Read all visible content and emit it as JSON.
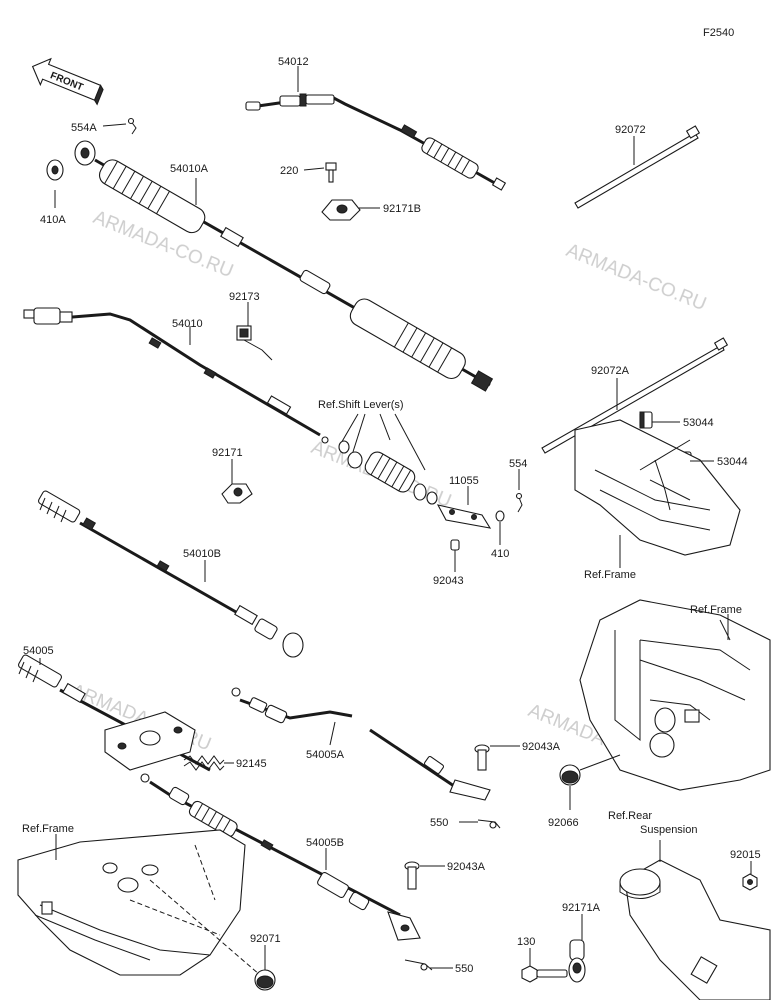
{
  "figure_code": "F2540",
  "front_label": "FRONT",
  "watermark": "ARMADA-CO.RU",
  "parts": {
    "p54012": "54012",
    "p554A": "554A",
    "p54010A": "54010A",
    "p220": "220",
    "p92072": "92072",
    "p410A": "410A",
    "p92171B": "92171B",
    "p92173": "92173",
    "p54010": "54010",
    "p92072A": "92072A",
    "p53044a": "53044",
    "p53044b": "53044",
    "p92171": "92171",
    "p11055": "11055",
    "p554": "554",
    "p410": "410",
    "p92043": "92043",
    "p54010B": "54010B",
    "p54005": "54005",
    "p92145": "92145",
    "p54005A": "54005A",
    "p92043Aa": "92043A",
    "p550a": "550",
    "p92066": "92066",
    "p54005B": "54005B",
    "p92043Ab": "92043A",
    "p550b": "550",
    "p92071": "92071",
    "p92015": "92015",
    "p92171A": "92171A",
    "p130": "130"
  },
  "refs": {
    "shift_lever": "Ref.Shift Lever(s)",
    "frame_mid": "Ref.Frame",
    "frame_right": "Ref.Frame",
    "frame_left": "Ref.Frame",
    "rear_susp_1": "Ref.Rear",
    "rear_susp_2": "Suspension"
  }
}
